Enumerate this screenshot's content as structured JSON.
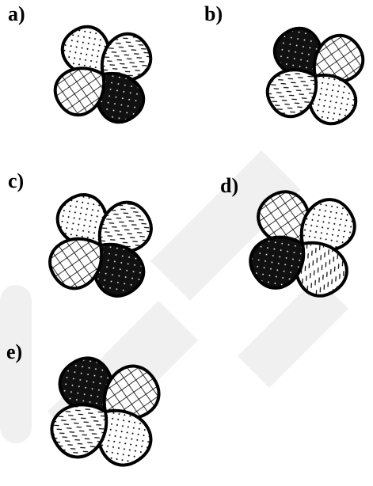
{
  "options": [
    {
      "label": "a)",
      "fills": {
        "top": "dots",
        "right": "slashes",
        "bottom": "black",
        "left": "grid"
      },
      "rotation": 0
    },
    {
      "label": "b)",
      "fills": {
        "top": "black",
        "right": "grid",
        "bottom": "dots",
        "left": "slashes"
      },
      "rotation": 0
    },
    {
      "label": "c)",
      "fills": {
        "top": "dots",
        "right": "slashes",
        "bottom": "black",
        "left": "grid"
      },
      "rotation": 0
    },
    {
      "label": "d)",
      "fills": {
        "top": "grid",
        "right": "dots",
        "bottom": "slashes",
        "left": "black"
      },
      "rotation": 0
    },
    {
      "label": "e)",
      "fills": {
        "top": "black",
        "right": "grid",
        "bottom": "dots",
        "left": "slashes"
      },
      "rotation": 0
    }
  ],
  "colors": {
    "stroke": "#000000",
    "black_fill": "#111111",
    "watermark": "#efefef"
  }
}
